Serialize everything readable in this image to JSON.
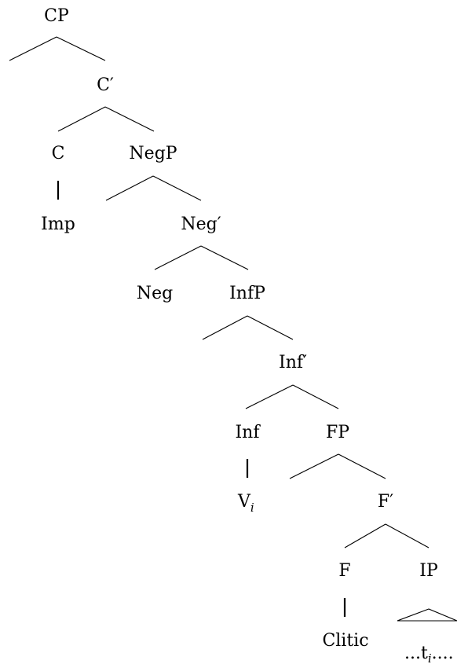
{
  "tree": {
    "labels": {
      "cp": "CP",
      "c_bar": "C′",
      "c": "C",
      "imp": "Imp",
      "negp": "NegP",
      "neg_bar": "Neg′",
      "neg": "Neg",
      "infp": "InfP",
      "inf_bar": "Inf′",
      "inf": "Inf",
      "v": "V",
      "v_sub": "i",
      "fp": "FP",
      "f_bar": "F′",
      "f": "F",
      "clitic": "Clitic",
      "ip": "IP",
      "trace_pre": "...t",
      "trace_sub": "i",
      "trace_post": "...."
    }
  }
}
